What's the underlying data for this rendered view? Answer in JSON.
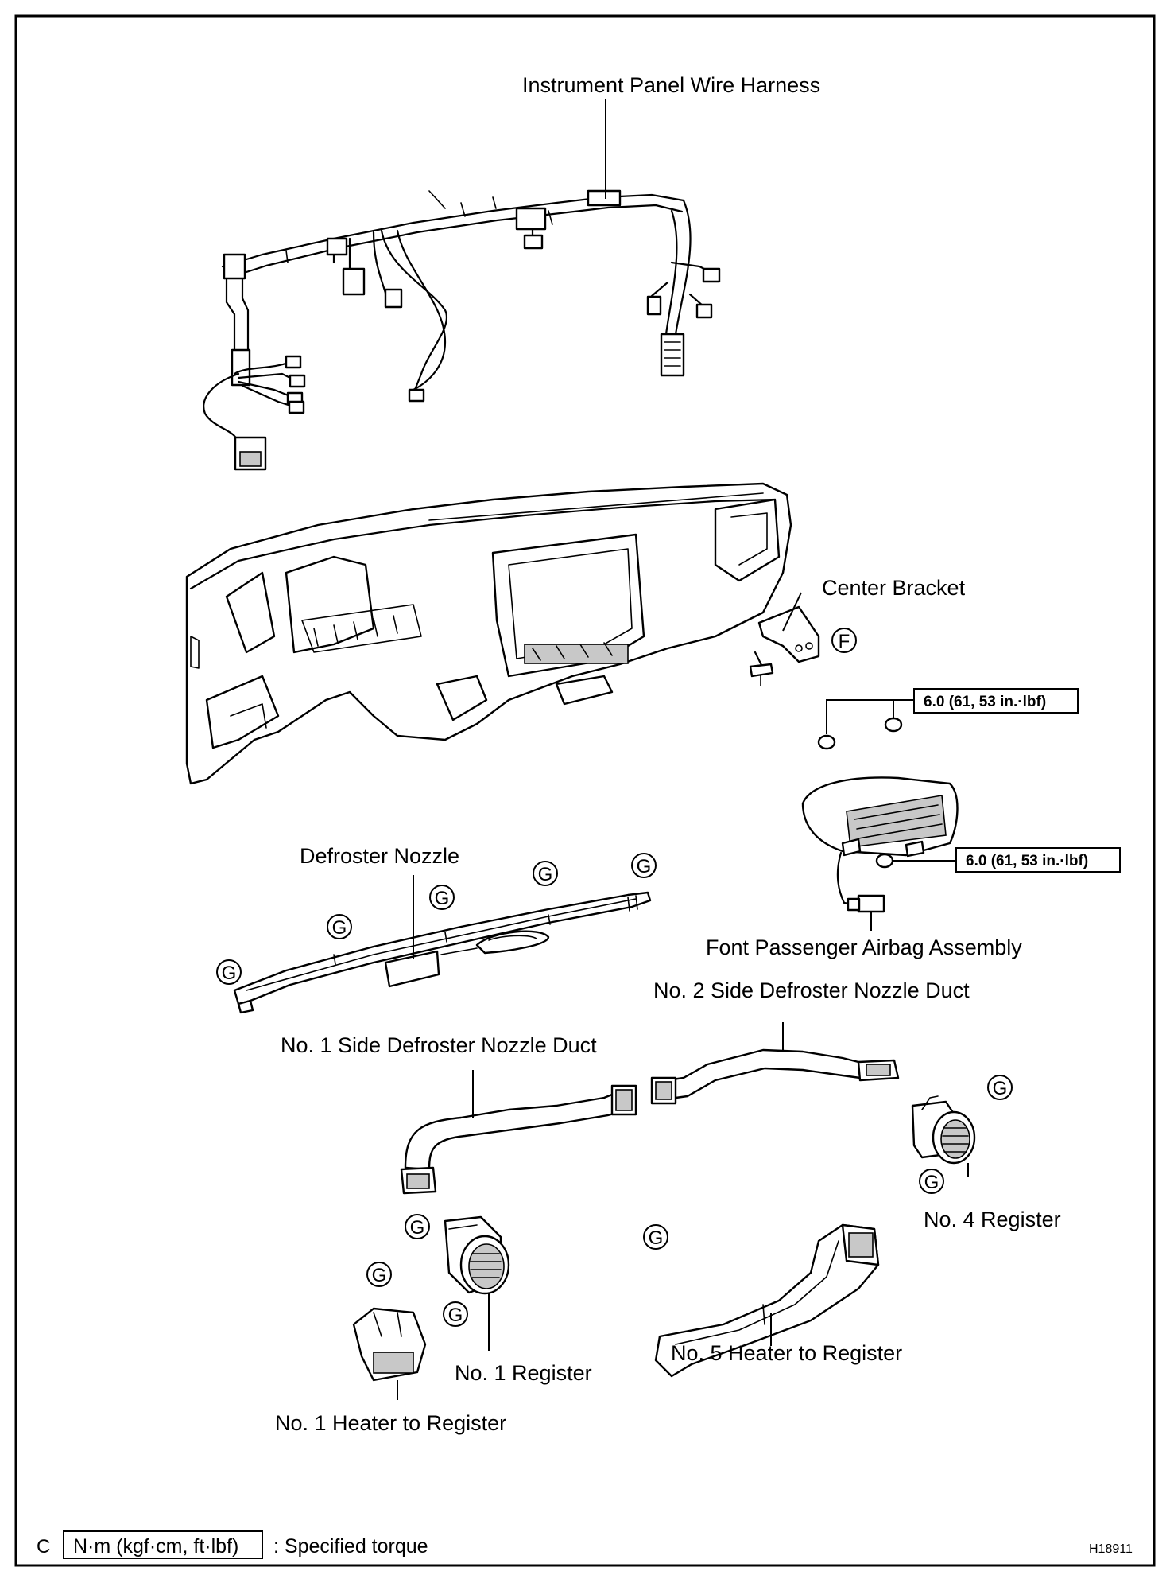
{
  "labels": {
    "wire_harness": "Instrument Panel Wire Harness",
    "center_bracket": "Center Bracket",
    "defroster_nozzle": "Defroster Nozzle",
    "airbag": "Font Passenger Airbag Assembly",
    "no2_duct": "No. 2 Side Defroster Nozzle Duct",
    "no1_duct": "No. 1 Side Defroster Nozzle Duct",
    "no4_register": "No. 4 Register",
    "no1_register": "No. 1 Register",
    "no5_heater": "No. 5 Heater to Register",
    "no1_heater": "No. 1 Heater to Register"
  },
  "torque_values": {
    "upper": "6.0 (61, 53 in.·lbf)",
    "lower": "6.0 (61, 53 in.·lbf)"
  },
  "markers": {
    "clip_g": "G",
    "clip_f": "F"
  },
  "legend": {
    "prefix": "C",
    "units": "N·m (kgf·cm, ft·lbf)",
    "description": ": Specified torque"
  },
  "figure_code": "H18911"
}
